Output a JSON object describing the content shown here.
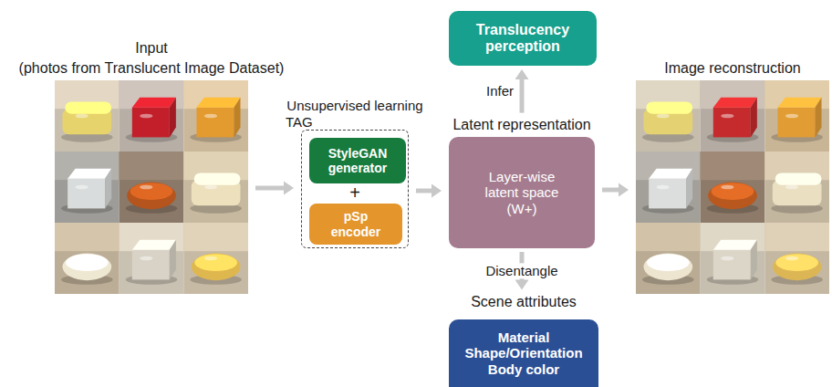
{
  "diagram": {
    "nodes": [
      {
        "text": [
          "Input",
          "(photos from Translucent Image Dataset)"
        ]
      },
      {
        "text": [
          "Unsupervised learning",
          "TAG"
        ]
      },
      {
        "text": [
          "StyleGAN generator"
        ],
        "in": 1
      },
      {
        "text": [
          "pSp encoder"
        ],
        "in": 1
      },
      {
        "text": [
          "Latent representation",
          "Layer-wise latent space (W+)"
        ]
      },
      {
        "text": [
          "Translucency perception"
        ]
      },
      {
        "text": [
          "Scene attributes",
          "Material Shape/Orientation Body color"
        ]
      },
      {
        "text": [
          "Image reconstruction"
        ]
      }
    ],
    "edges": [
      {
        "from": 0,
        "to": 1,
        "arrow": "to"
      },
      {
        "from": 1,
        "to": 4,
        "arrow": "to"
      },
      {
        "from": 4,
        "to": 7,
        "arrow": "to"
      },
      {
        "from": 4,
        "to": 5,
        "arrow": "to",
        "label": "Infer"
      },
      {
        "from": 4,
        "to": 6,
        "arrow": "to",
        "label": "Disentangle"
      }
    ],
    "labels": [
      "+"
    ]
  }
}
